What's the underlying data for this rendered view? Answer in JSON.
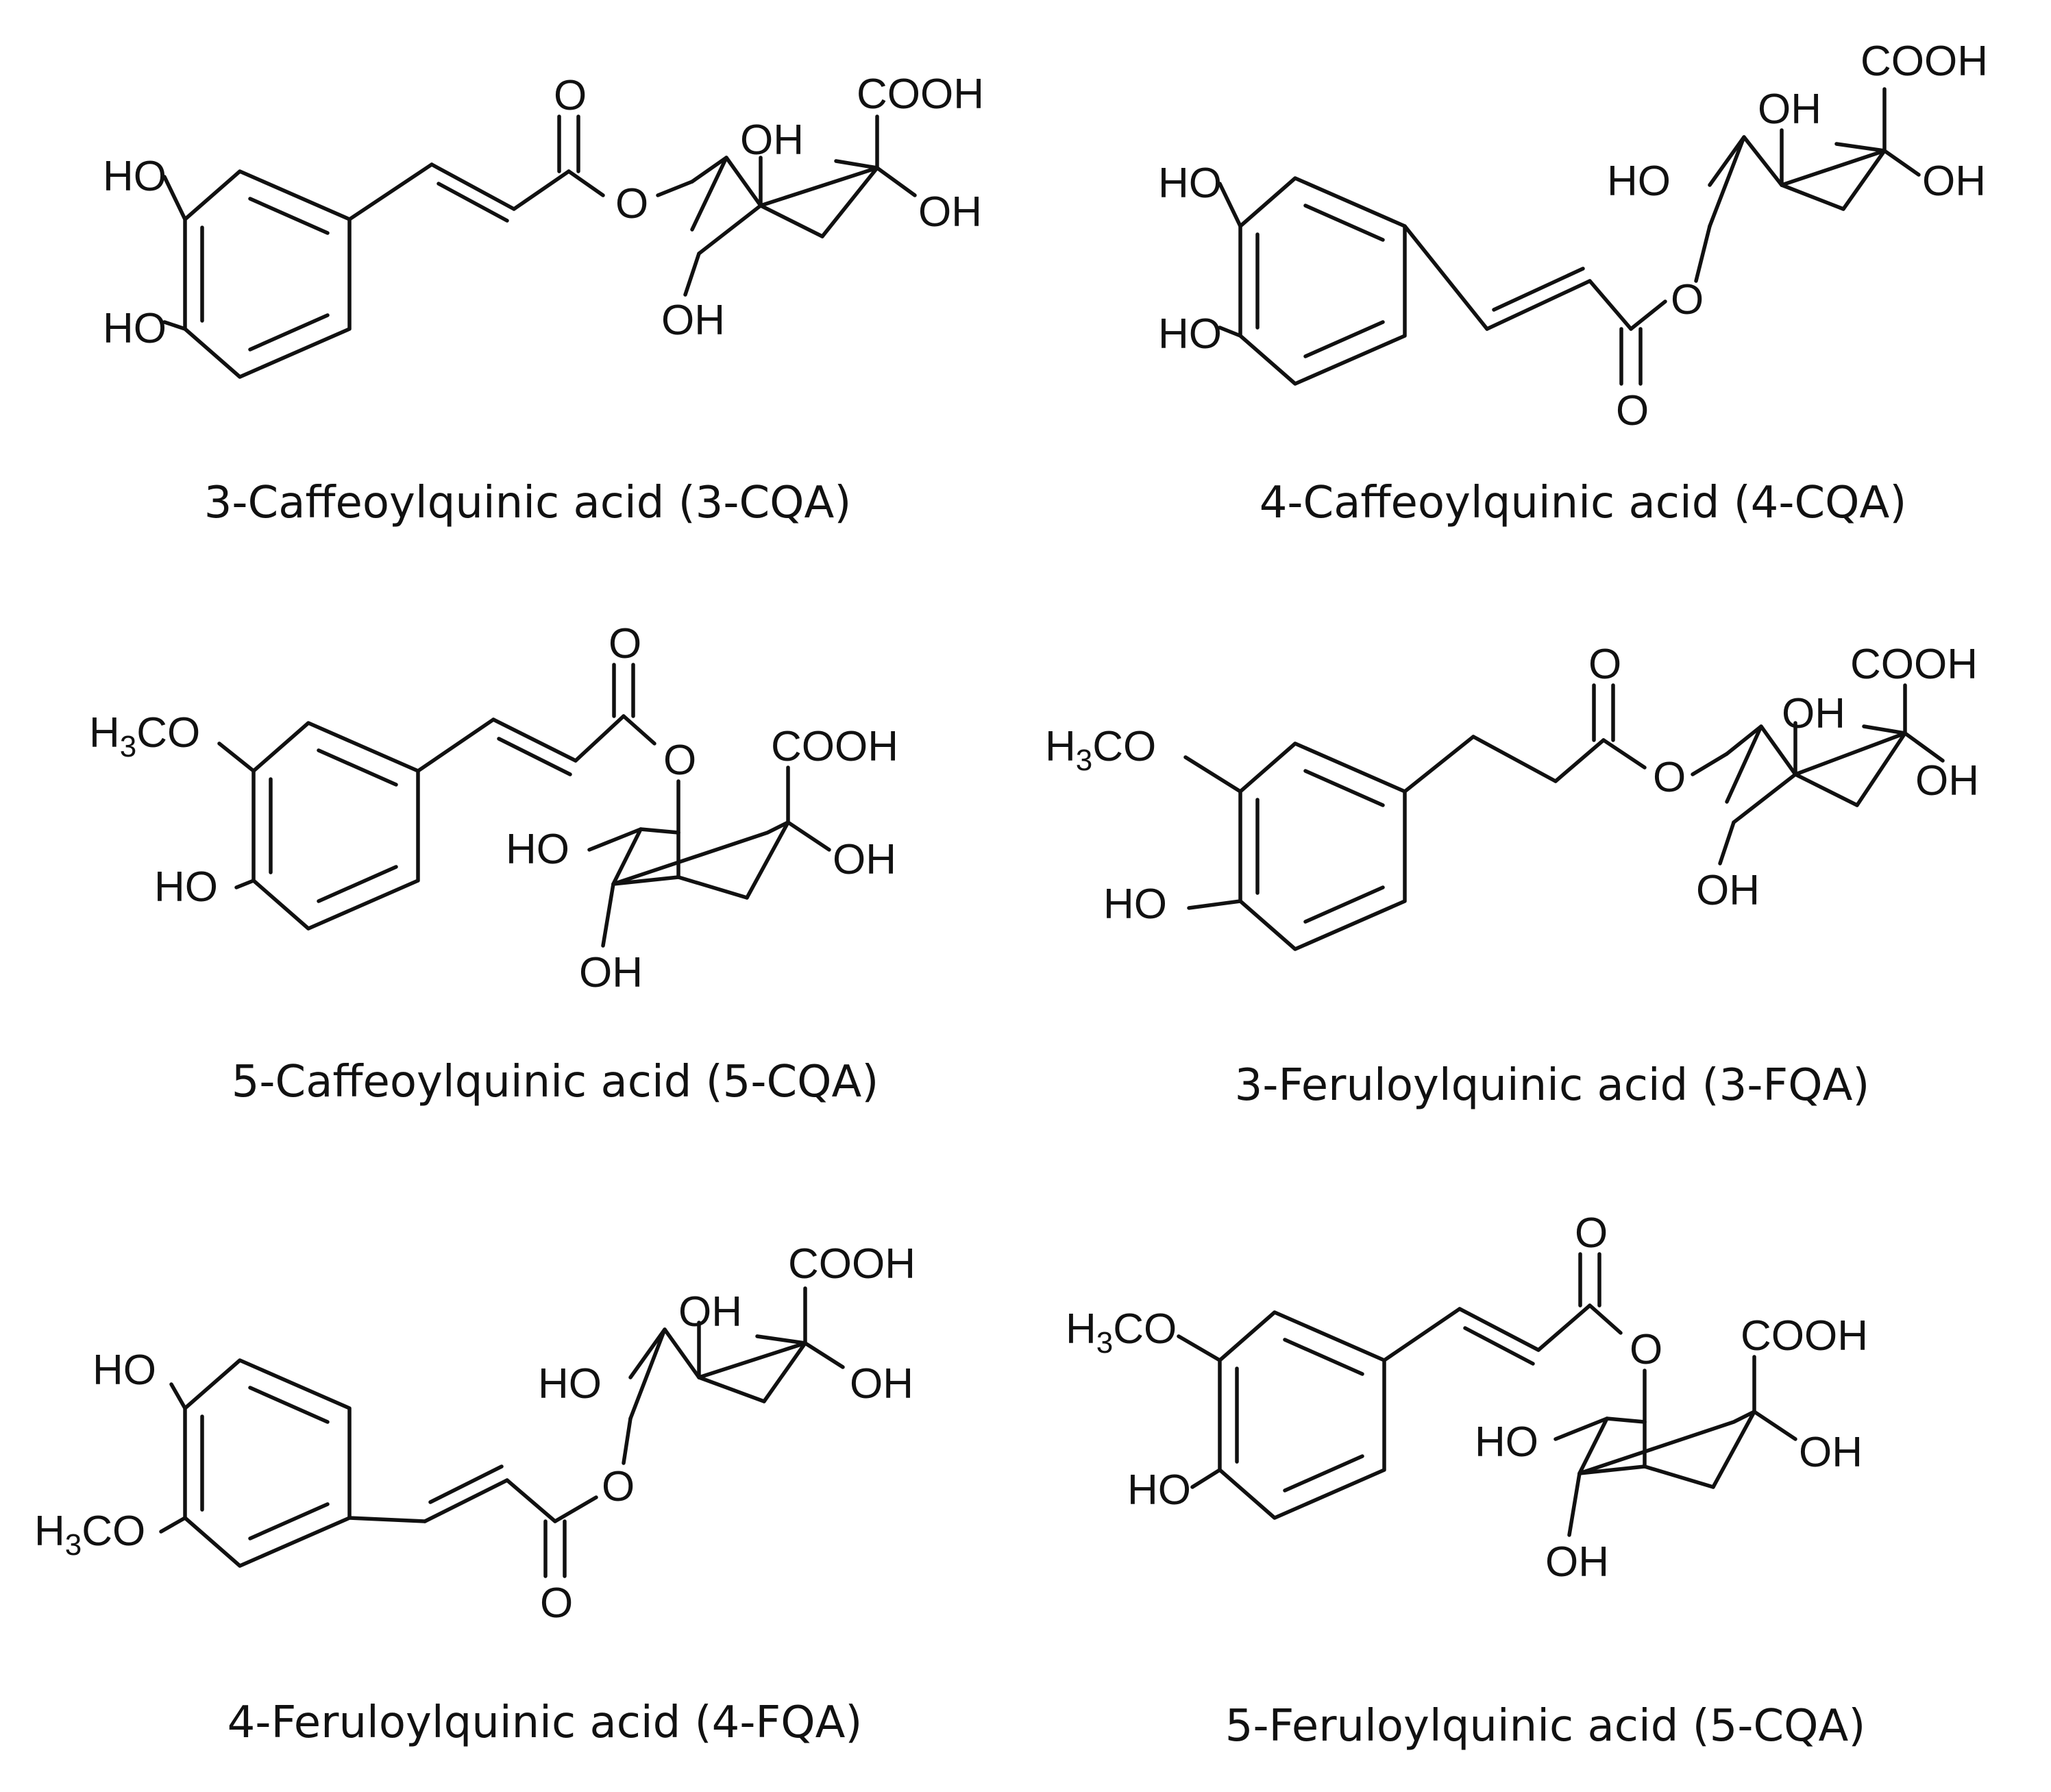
{
  "labels": {
    "ho": "HO",
    "oh": "OH",
    "cooh": "COOH",
    "o": "O",
    "h3co_h": "H",
    "h3co_3": "3",
    "h3co_co": "CO"
  },
  "compounds": [
    {
      "caption": "3-Caffeoylquinic acid (3-CQA)"
    },
    {
      "caption": "4-Caffeoylquinic acid (4-CQA)"
    },
    {
      "caption": "5-Caffeoylquinic acid (5-CQA)"
    },
    {
      "caption": "3-Feruloylquinic acid (3-FQA)"
    },
    {
      "caption": "4-Feruloylquinic acid (4-FQA)"
    },
    {
      "caption": "5-Feruloylquinic acid (5-CQA)"
    }
  ]
}
